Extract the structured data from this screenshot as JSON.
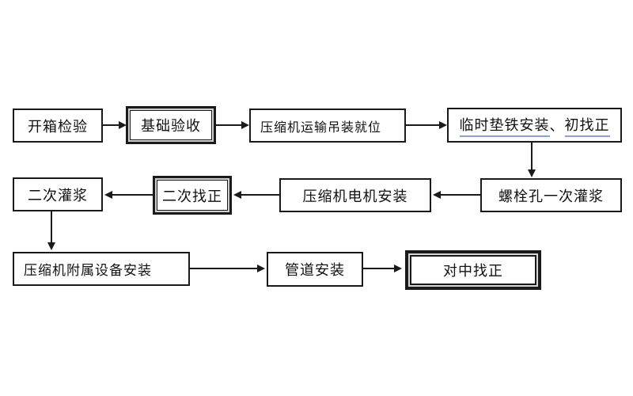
{
  "diagram": {
    "type": "flowchart",
    "colors": {
      "background": "#ffffff",
      "line": "#1a1a1a",
      "underline": "#8ba0d4"
    },
    "nodes": [
      {
        "id": "unpacking-inspection",
        "label": "开箱检验",
        "border": "single"
      },
      {
        "id": "foundation-acceptance",
        "label": "基础验收",
        "border": "double"
      },
      {
        "id": "transport-hoist-positioning",
        "label": "压缩机运输吊装就位",
        "border": "single"
      },
      {
        "id": "temp-shim-initial-alignment",
        "border": "single",
        "segments": [
          {
            "text": "临时垫铁安装",
            "underlined": true
          },
          {
            "text": "、",
            "underlined": false
          },
          {
            "text": "初找正",
            "underlined": true
          }
        ]
      },
      {
        "id": "bolt-hole-first-grouting",
        "label": "螺栓孔一次灌浆",
        "border": "single"
      },
      {
        "id": "compressor-motor-install",
        "label": "压缩机电机安装",
        "border": "single"
      },
      {
        "id": "second-alignment",
        "label": "二次找正",
        "border": "double"
      },
      {
        "id": "second-grouting",
        "label": "二次灌浆",
        "border": "single"
      },
      {
        "id": "auxiliary-equipment-install",
        "label": "压缩机附属设备安装",
        "border": "single"
      },
      {
        "id": "pipeline-install",
        "label": "管道安装",
        "border": "single"
      },
      {
        "id": "centering-alignment",
        "label": "对中找正",
        "border": "double-thick"
      }
    ],
    "edges": [
      {
        "from": "开箱检验",
        "to": "基础验收",
        "direction": "right"
      },
      {
        "from": "基础验收",
        "to": "压缩机运输吊装就位",
        "direction": "right"
      },
      {
        "from": "压缩机运输吊装就位",
        "to": "临时垫铁安装、初找正",
        "direction": "right"
      },
      {
        "from": "临时垫铁安装、初找正",
        "to": "螺栓孔一次灌浆",
        "direction": "down"
      },
      {
        "from": "螺栓孔一次灌浆",
        "to": "压缩机电机安装",
        "direction": "left"
      },
      {
        "from": "压缩机电机安装",
        "to": "二次找正",
        "direction": "left"
      },
      {
        "from": "二次找正",
        "to": "二次灌浆",
        "direction": "left"
      },
      {
        "from": "二次灌浆",
        "to": "压缩机附属设备安装",
        "direction": "down"
      },
      {
        "from": "压缩机附属设备安装",
        "to": "管道安装",
        "direction": "right"
      },
      {
        "from": "管道安装",
        "to": "对中找正",
        "direction": "right"
      }
    ]
  }
}
